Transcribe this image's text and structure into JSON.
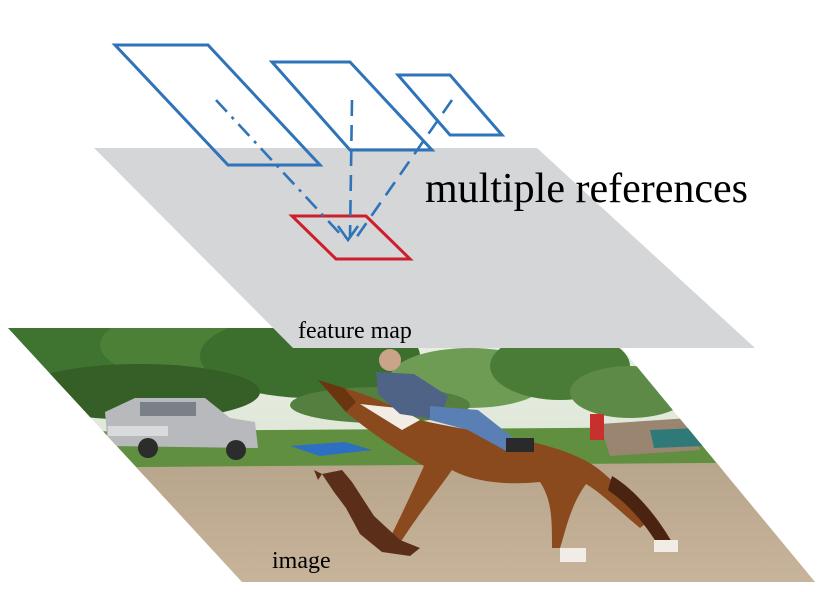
{
  "labels": {
    "references": "multiple references",
    "feature_map": "feature map",
    "image": "image"
  },
  "colors": {
    "reference_outline": "#2f73b8",
    "target_outline": "#cc1f2b",
    "feature_map_fill": "#d5d6d8"
  },
  "icons": {
    "photo": "outdoor-photo-icon"
  }
}
